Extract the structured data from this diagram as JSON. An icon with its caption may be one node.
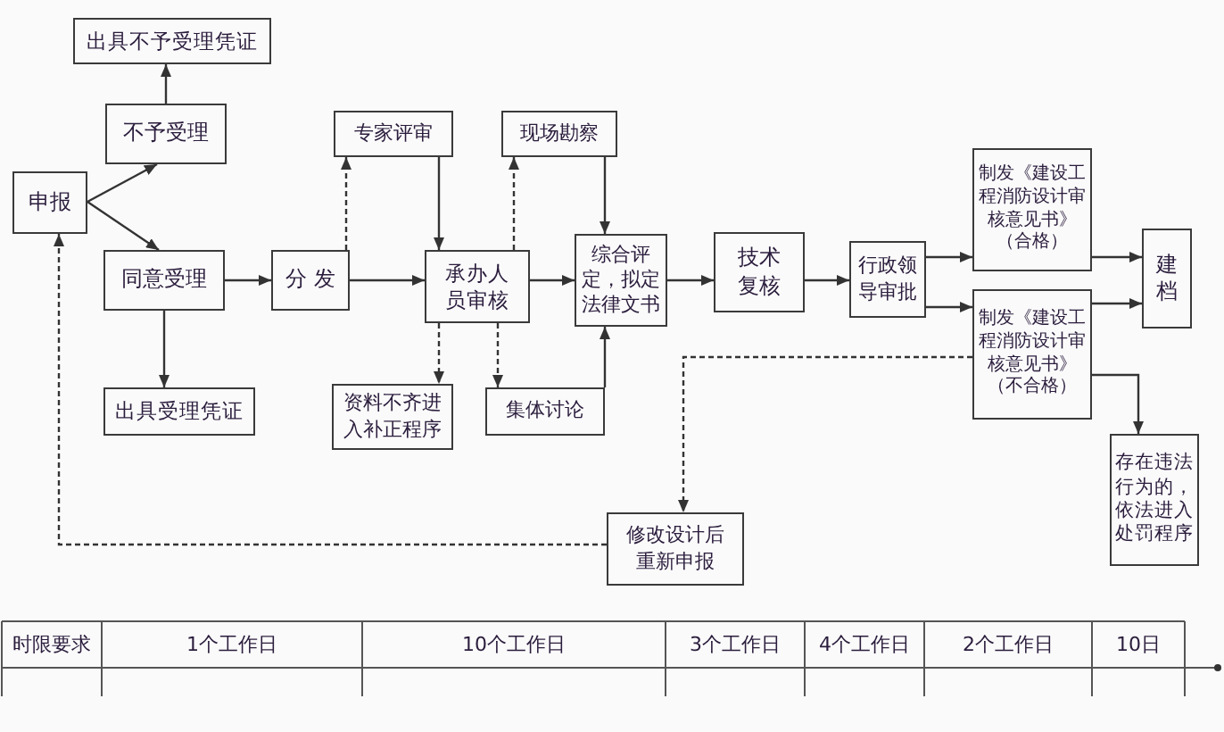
{
  "diagram": {
    "nodes": [
      {
        "text": [
          "申报"
        ]
      },
      {
        "text": [
          "不予受理"
        ]
      },
      {
        "text": [
          "出具不予受理凭证"
        ]
      },
      {
        "text": [
          "同意受理"
        ]
      },
      {
        "text": [
          "出具受理凭证"
        ]
      },
      {
        "text": [
          "分 发"
        ]
      },
      {
        "text": [
          "专家评审"
        ]
      },
      {
        "text": [
          "承办人员审核"
        ]
      },
      {
        "text": [
          "现场勘察"
        ]
      },
      {
        "text": [
          "资料不齐进入补正程序"
        ]
      },
      {
        "text": [
          "集体讨论"
        ]
      },
      {
        "text": [
          "综合评定，拟定法律文书"
        ]
      },
      {
        "text": [
          "技术复核"
        ]
      },
      {
        "text": [
          "行政领导审批"
        ]
      },
      {
        "text": [
          "制发《建设工程消防设计审核意见书》（合格）"
        ]
      },
      {
        "text": [
          "制发《建设工程消防设计审核意见书》（不合格）"
        ]
      },
      {
        "text": [
          "建档"
        ]
      },
      {
        "text": [
          "存在违法行为的，依法进入处罚程序"
        ]
      },
      {
        "text": [
          "修改设计后重新申报"
        ]
      }
    ],
    "edges": [
      {
        "from": 0,
        "to": 1,
        "arrow": "to"
      },
      {
        "from": 0,
        "to": 3,
        "arrow": "to"
      },
      {
        "from": 1,
        "to": 2,
        "arrow": "to"
      },
      {
        "from": 3,
        "to": 4,
        "arrow": "to"
      },
      {
        "from": 3,
        "to": 5,
        "arrow": "to"
      },
      {
        "from": 5,
        "to": 6,
        "arrow": "to",
        "style": "dashed"
      },
      {
        "from": 5,
        "to": 7,
        "arrow": "to"
      },
      {
        "from": 6,
        "to": 7,
        "arrow": "to"
      },
      {
        "from": 7,
        "to": 8,
        "arrow": "to",
        "style": "dashed"
      },
      {
        "from": 8,
        "to": 11,
        "arrow": "to"
      },
      {
        "from": 7,
        "to": 9,
        "arrow": "to",
        "style": "dashed"
      },
      {
        "from": 7,
        "to": 10,
        "arrow": "to",
        "style": "dashed"
      },
      {
        "from": 10,
        "to": 11,
        "arrow": "to"
      },
      {
        "from": 7,
        "to": 11,
        "arrow": "to"
      },
      {
        "from": 11,
        "to": 12,
        "arrow": "to"
      },
      {
        "from": 12,
        "to": 13,
        "arrow": "to"
      },
      {
        "from": 13,
        "to": 14,
        "arrow": "to"
      },
      {
        "from": 13,
        "to": 15,
        "arrow": "to"
      },
      {
        "from": 14,
        "to": 16,
        "arrow": "to"
      },
      {
        "from": 15,
        "to": 16,
        "arrow": "to"
      },
      {
        "from": 15,
        "to": 17,
        "arrow": "to"
      },
      {
        "from": 15,
        "to": 18,
        "arrow": "to",
        "style": "dashed"
      },
      {
        "from": 18,
        "to": 0,
        "arrow": "to",
        "style": "dashed"
      }
    ],
    "labels": [
      "时限要求",
      "1个工作日",
      "10个工作日",
      "3个工作日",
      "4个工作日",
      "2个工作日",
      "10日"
    ]
  }
}
